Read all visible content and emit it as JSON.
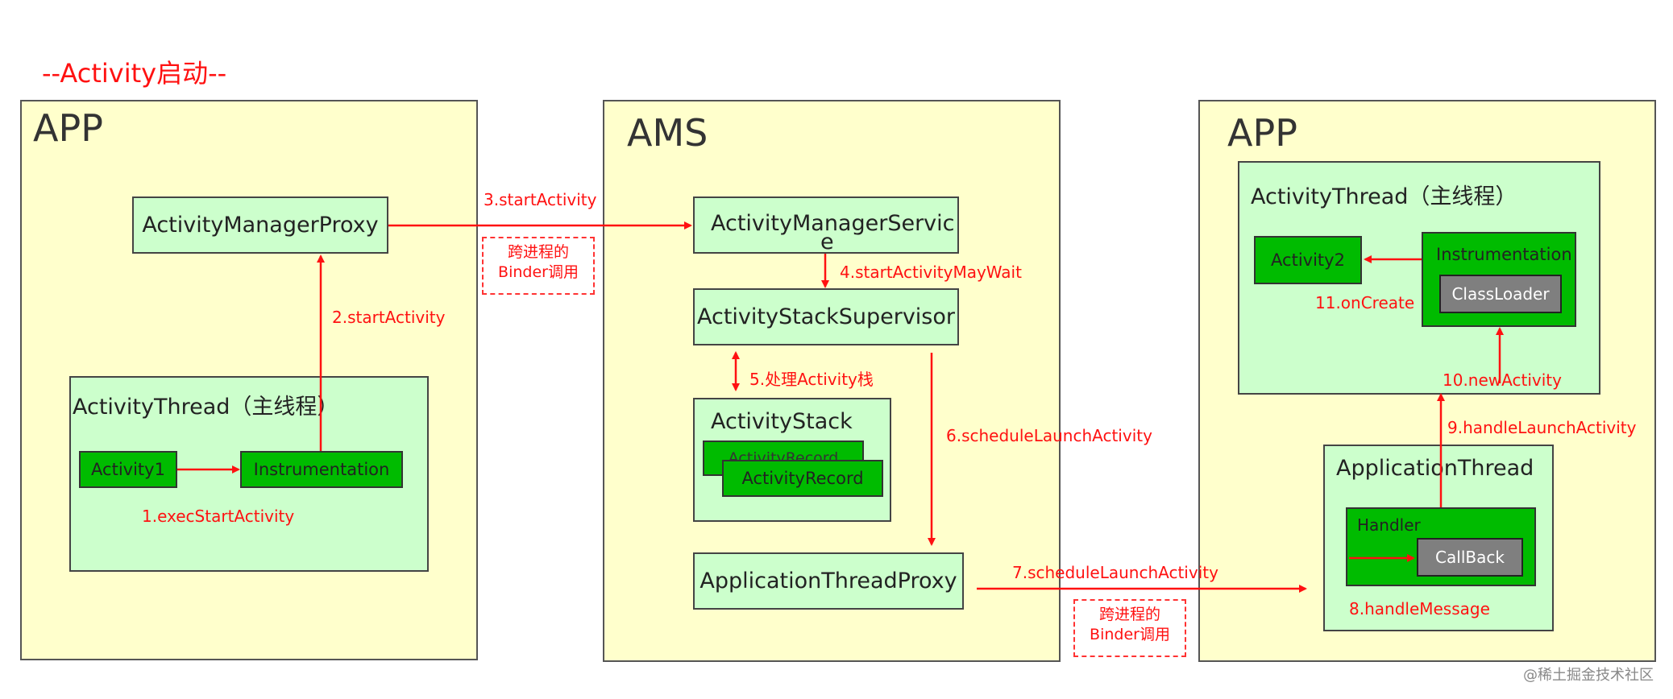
{
  "title": "--Activity启动--",
  "left_app": {
    "title": "APP",
    "proxy": "ActivityManagerProxy",
    "thread": "ActivityThread（主线程）",
    "activity": "Activity1",
    "instrumentation": "Instrumentation"
  },
  "ams": {
    "title": "AMS",
    "service_line1": "ActivityManagerServic",
    "service_line2": "e",
    "supervisor": "ActivityStackSupervisor",
    "stack": "ActivityStack",
    "record_back": "ActivityRecord",
    "record_front": "ActivityRecord",
    "thread_proxy": "ApplicationThreadProxy"
  },
  "right_app": {
    "title": "APP",
    "thread": "ActivityThread（主线程）",
    "activity": "Activity2",
    "instrumentation": "Instrumentation",
    "classloader": "ClassLoader",
    "app_thread": "ApplicationThread",
    "handler": "Handler",
    "callback": "CallBack"
  },
  "steps": {
    "s1": "1.execStartActivity",
    "s2": "2.startActivity",
    "s3": "3.startActivity",
    "s4": "4.startActivityMayWait",
    "s5": "5.处理Activity栈",
    "s6": "6.scheduleLaunchActivity",
    "s7": "7.scheduleLaunchActivity",
    "s8": "8.handleMessage",
    "s9": "9.handleLaunchActivity",
    "s10": "10.newActivity",
    "s11": "11.onCreate"
  },
  "binder_note_1": {
    "line1": "跨进程的",
    "line2": "Binder调用"
  },
  "binder_note_2": {
    "line1": "跨进程的",
    "line2": "Binder调用"
  },
  "watermark": "@稀土掘金技术社区",
  "colors": {
    "arrow": "#ff1111",
    "panel": "#ffffcc",
    "module": "#ccffcc",
    "component": "#00bb00",
    "loader": "#7f7f7f"
  }
}
